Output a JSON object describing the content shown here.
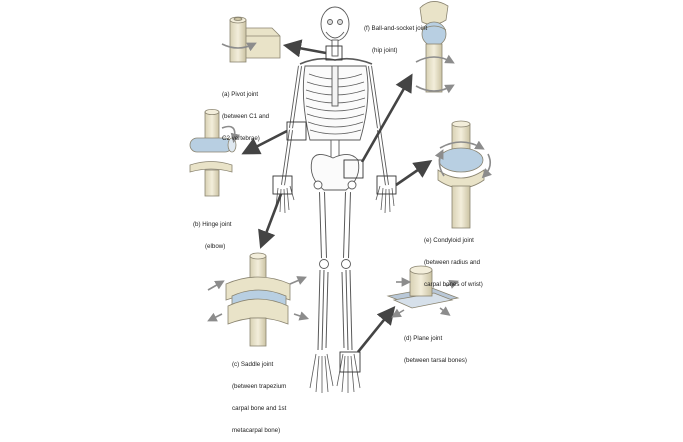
{
  "colors": {
    "joint_fill": "#e9e3c8",
    "joint_edge": "#8a8470",
    "joint_blue": "#b8cfe2",
    "arrow": "#444444",
    "rotation_arrow": "#8c8c8c",
    "plate": "#b9c8d8",
    "bone_line": "#5a5a5a"
  },
  "labels": {
    "pivot": [
      "(a) Pivot joint",
      "(between C1 and",
      "C2 vertebrae)"
    ],
    "hinge": [
      "(b) Hinge joint",
      "(elbow)"
    ],
    "saddle": [
      "(c) Saddle joint",
      "(between trapezium",
      "carpal bone and 1st",
      "metacarpal bone)"
    ],
    "plane": [
      "(d) Plane joint",
      "(between tarsal bones)"
    ],
    "condyloid": [
      "(e) Condyloid joint",
      "(between radius and",
      "carpal bones of wrist)"
    ],
    "ball_socket": [
      "(f) Ball-and-socket joint",
      "(hip joint)"
    ]
  }
}
